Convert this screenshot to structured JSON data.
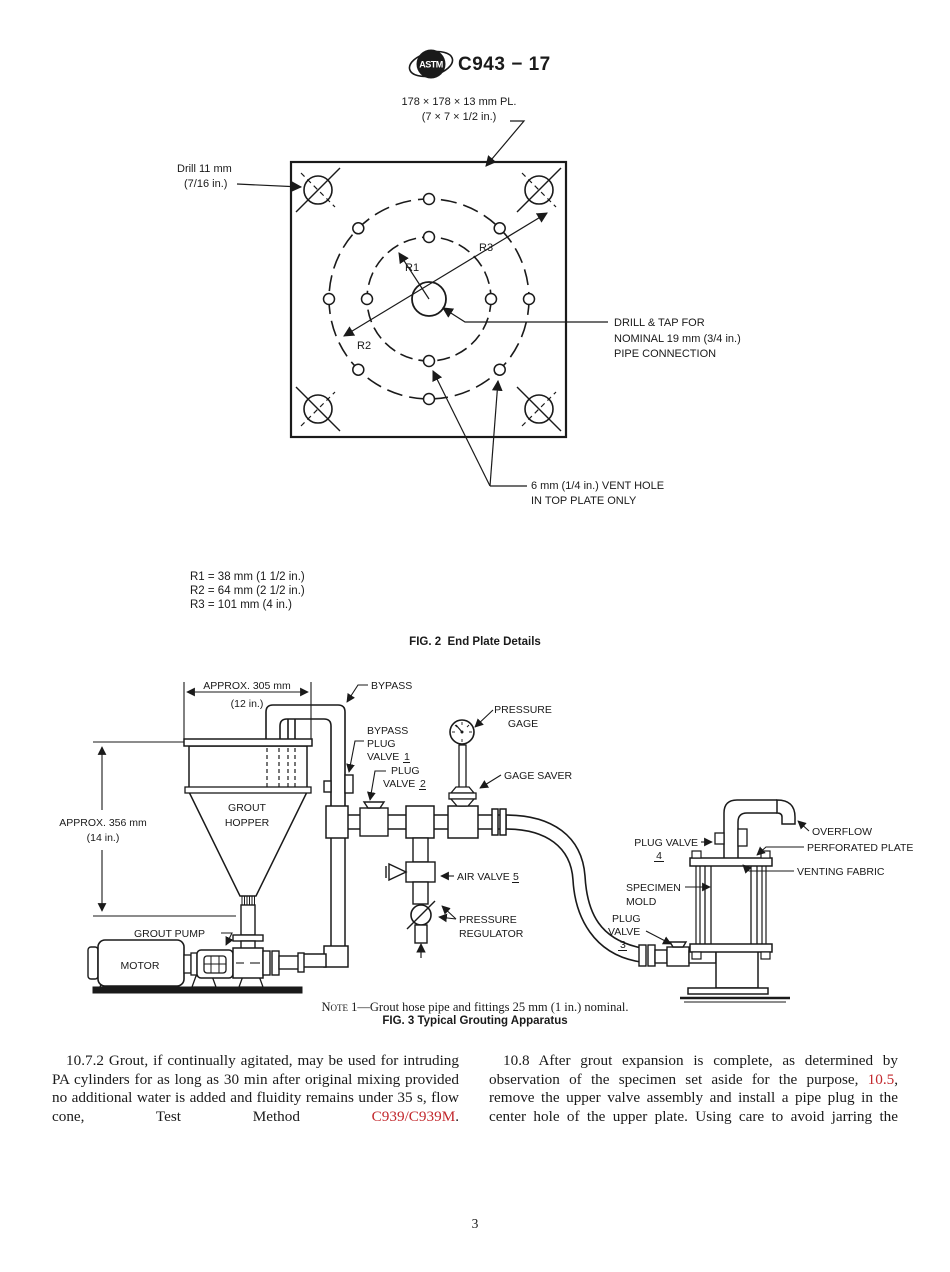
{
  "header": {
    "logo_text": "ASTM",
    "code": "C943 − 17"
  },
  "fig2": {
    "plate_label_line1": "178 × 178 × 13 mm PL.",
    "plate_label_line2": "(7 × 7 × 1/2 in.)",
    "drill_label_line1": "Drill 11 mm",
    "drill_label_line2": "(7/16 in.)",
    "radius_labels": {
      "r1": "R1",
      "r2": "R2",
      "r3": "R3"
    },
    "drill_tap_line1": "DRILL & TAP FOR",
    "drill_tap_line2": "NOMINAL 19 mm (3/4 in.)",
    "drill_tap_line3": "PIPE CONNECTION",
    "vent_line1": "6 mm (1/4 in.) VENT HOLE",
    "vent_line2": "IN TOP PLATE ONLY",
    "radius_values": [
      "R1 = 38 mm (1 1/2 in.)",
      "R2 = 64 mm (2 1/2 in.)",
      "R3 = 101 mm (4 in.)"
    ],
    "caption": "FIG. 2  End Plate Details"
  },
  "fig3": {
    "dim_width_line1": "APPROX. 305 mm",
    "dim_width_line2": "(12 in.)",
    "dim_height_line1": "APPROX. 356 mm",
    "dim_height_line2": "(14 in.)",
    "labels": {
      "bypass": "BYPASS",
      "bypass_plug_valve": {
        "l1": "BYPASS",
        "l2": "PLUG",
        "l3": "VALVE",
        "num": "1"
      },
      "plug_valve_2": {
        "l1": "PLUG",
        "l2": "VALVE",
        "num": "2"
      },
      "pressure_gage": {
        "l1": "PRESSURE",
        "l2": "GAGE"
      },
      "gage_saver": "GAGE SAVER",
      "grout_hopper": {
        "l1": "GROUT",
        "l2": "HOPPER"
      },
      "air_valve": {
        "l1": "AIR VALVE",
        "num": "5"
      },
      "pressure_regulator": {
        "l1": "PRESSURE",
        "l2": "REGULATOR"
      },
      "grout_pump": "GROUT PUMP",
      "motor": "MOTOR",
      "plug_valve_4": {
        "l1": "PLUG VALVE",
        "num": "4"
      },
      "overflow": "OVERFLOW",
      "perforated_plate": "PERFORATED PLATE",
      "venting_fabric": "VENTING FABRIC",
      "specimen_mold": {
        "l1": "SPECIMEN",
        "l2": "MOLD"
      },
      "plug_valve_3": {
        "l1": "PLUG",
        "l2": "VALVE",
        "num": "3"
      }
    },
    "note_prefix": "Note 1",
    "note_body": "—Grout hose pipe and fittings 25 mm (1 in.) nominal.",
    "caption": "FIG. 3 Typical Grouting Apparatus"
  },
  "body_text": {
    "left": {
      "section": "10.7.2",
      "text_before_link": " Grout, if continually agitated, may be used for intruding PA cylinders for as long as 30 min after original mixing provided no additional water is added and fluidity remains under 35 s, flow cone, Test Method ",
      "link": "C939/C939M",
      "text_after_link": "."
    },
    "right": {
      "section": "10.8",
      "text_before_link": " After grout expansion is complete, as determined by observation of the specimen set aside for the purpose, ",
      "link": "10.5",
      "text_after_link": ", remove the upper valve assembly and install a pipe plug in the center hole of the upper plate. Using care to avoid jarring the"
    }
  },
  "footer": {
    "page_number": "3"
  },
  "colors": {
    "link_red": "#c2282d",
    "ink": "#1a1a1a"
  }
}
